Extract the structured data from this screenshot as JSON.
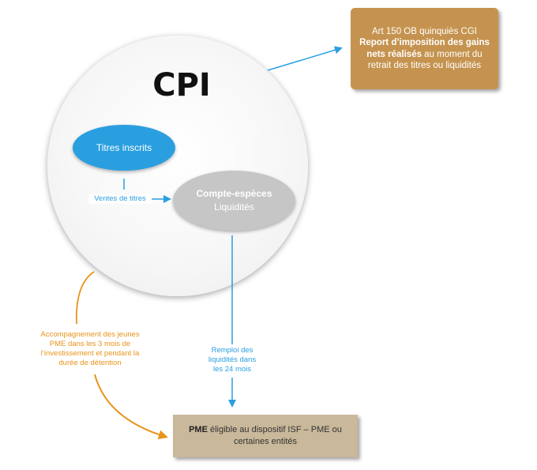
{
  "diagram": {
    "circle_title": "CPI",
    "titres_inscrits": "Titres inscrits",
    "compte_especes": {
      "title": "Compte-espèces",
      "subtitle": "Liquidités"
    },
    "art_box": {
      "line1": "Art 150 OB quinquiès CGI",
      "bold": "Report d’imposition des gains nets réalisés",
      "rest": " au moment du retrait des titres ou liquidités"
    },
    "pme_box": {
      "bold": "PME",
      "rest": " éligible au dispositif ISF – PME ou certaines entités"
    },
    "ventes_label": "Ventes de titres",
    "remploi_label": "Remploi des liquidités dans les 24 mois",
    "accompagnement_label": "Accompagnement des jeunes PME dans les 3 mois de l’investissement et pendant la durée de détention"
  },
  "colors": {
    "blue": "#2a9fe0",
    "orange": "#e8931a",
    "brown_box": "#c5934f",
    "beige_box": "#c9b89a",
    "grey_ellipse": "#c7c6c6"
  }
}
